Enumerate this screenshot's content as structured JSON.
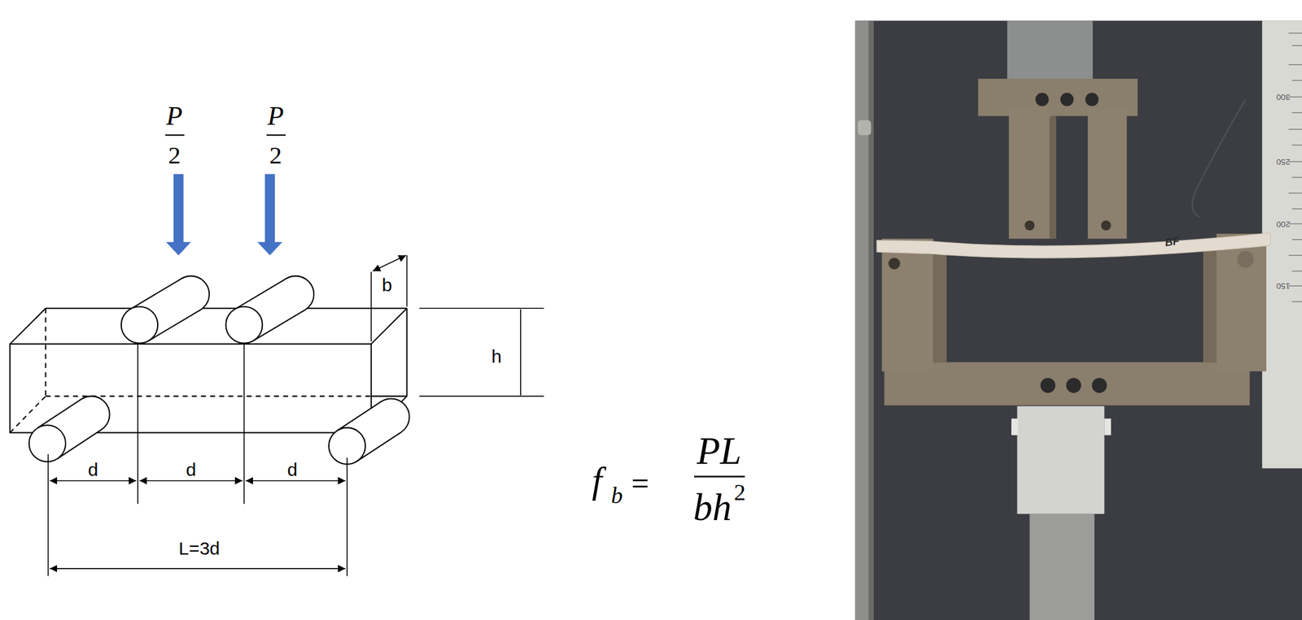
{
  "diagram": {
    "labels": [
      "P",
      "2",
      "P",
      "2",
      "b",
      "h",
      "d",
      "d",
      "d",
      "L=3d",
      "f",
      "b",
      "=",
      "PL",
      "bh",
      "2",
      "BF",
      "300",
      "250",
      "200",
      "150"
    ]
  }
}
